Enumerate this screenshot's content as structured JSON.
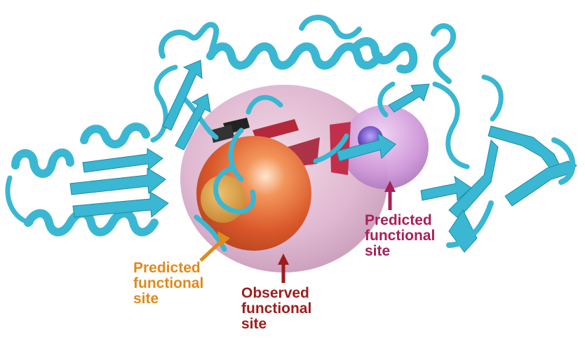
{
  "colors": {
    "ribbon": "#3ab7d2",
    "ribbon_dark": "#1d8aa6",
    "large_sphere": "#d9a7c4",
    "orange_sphere": "#e06a2c",
    "pink_sphere": "#c98ed6",
    "violet_core": "#6a3fc4",
    "strand_red": "#b5283c",
    "strand_black": "#1a1a1a",
    "label_left": "#e08a1c",
    "label_center": "#9c1d1d",
    "label_right": "#a8205a"
  },
  "labels": {
    "left_predicted": "Predicted\nfunctional\nsite",
    "center_observed": "Observed\nfunctional\nsite",
    "right_predicted": "Predicted\nfunctional\nsite"
  }
}
